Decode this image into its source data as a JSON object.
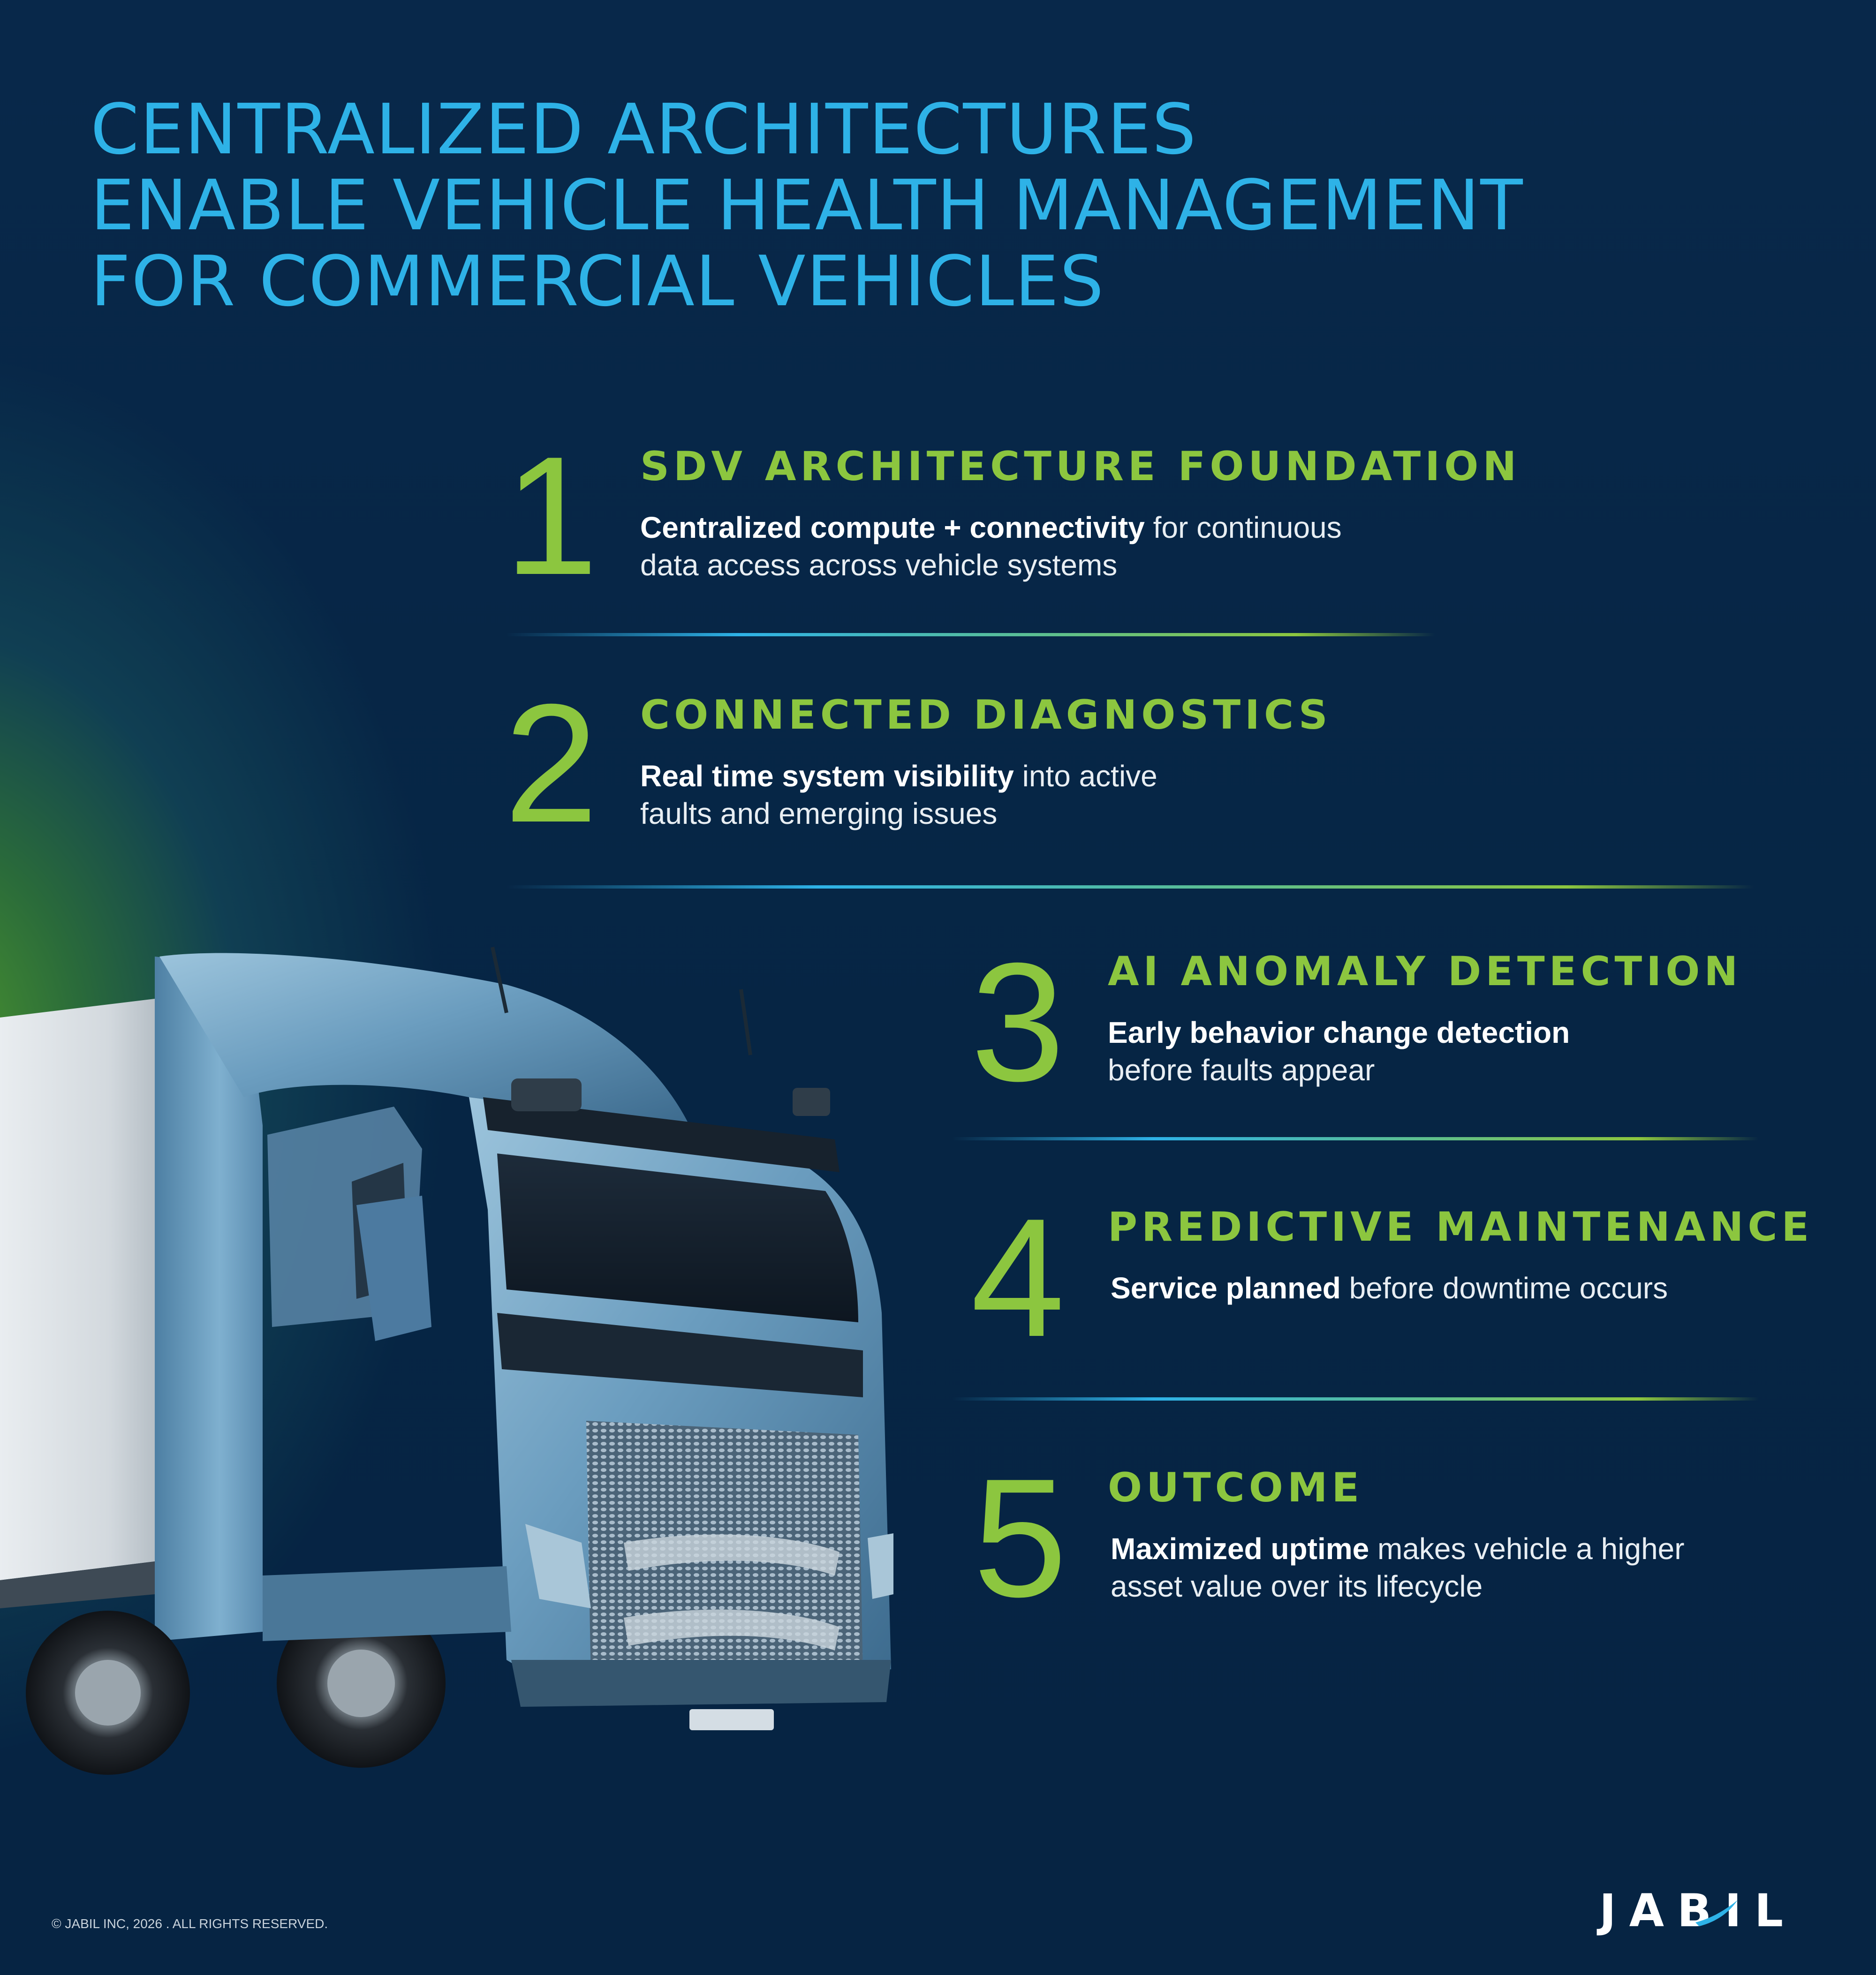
{
  "title": {
    "line1": "CENTRALIZED ARCHITECTURES",
    "line2": "ENABLE VEHICLE HEALTH MANAGEMENT",
    "line3": "FOR COMMERCIAL VEHICLES"
  },
  "steps": [
    {
      "number": "1",
      "heading": "SDV ARCHITECTURE FOUNDATION",
      "bold": "Centralized compute + connectivity",
      "rest": " for continuous",
      "line2": "data access across vehicle systems"
    },
    {
      "number": "2",
      "heading": "CONNECTED DIAGNOSTICS",
      "bold": "Real time system visibility",
      "rest": " into active",
      "line2": "faults and emerging issues"
    },
    {
      "number": "3",
      "heading": "AI ANOMALY DETECTION",
      "bold": "Early behavior change detection",
      "rest": "",
      "line2": "before faults appear"
    },
    {
      "number": "4",
      "heading": "PREDICTIVE MAINTENANCE",
      "bold": "Service planned",
      "rest": " before downtime occurs",
      "line2": ""
    },
    {
      "number": "5",
      "heading": "OUTCOME",
      "bold": "Maximized uptime",
      "rest": " makes vehicle a higher",
      "line2": "asset value over its lifecycle"
    }
  ],
  "footer": {
    "copyright": "© JABIL INC, 2026 . ALL RIGHTS RESERVED."
  },
  "logo": {
    "text": "JABIL"
  },
  "colors": {
    "background": "#062544",
    "title": "#2eb2e7",
    "accent_green": "#8cc63f",
    "body_text": "#e8eef3"
  }
}
